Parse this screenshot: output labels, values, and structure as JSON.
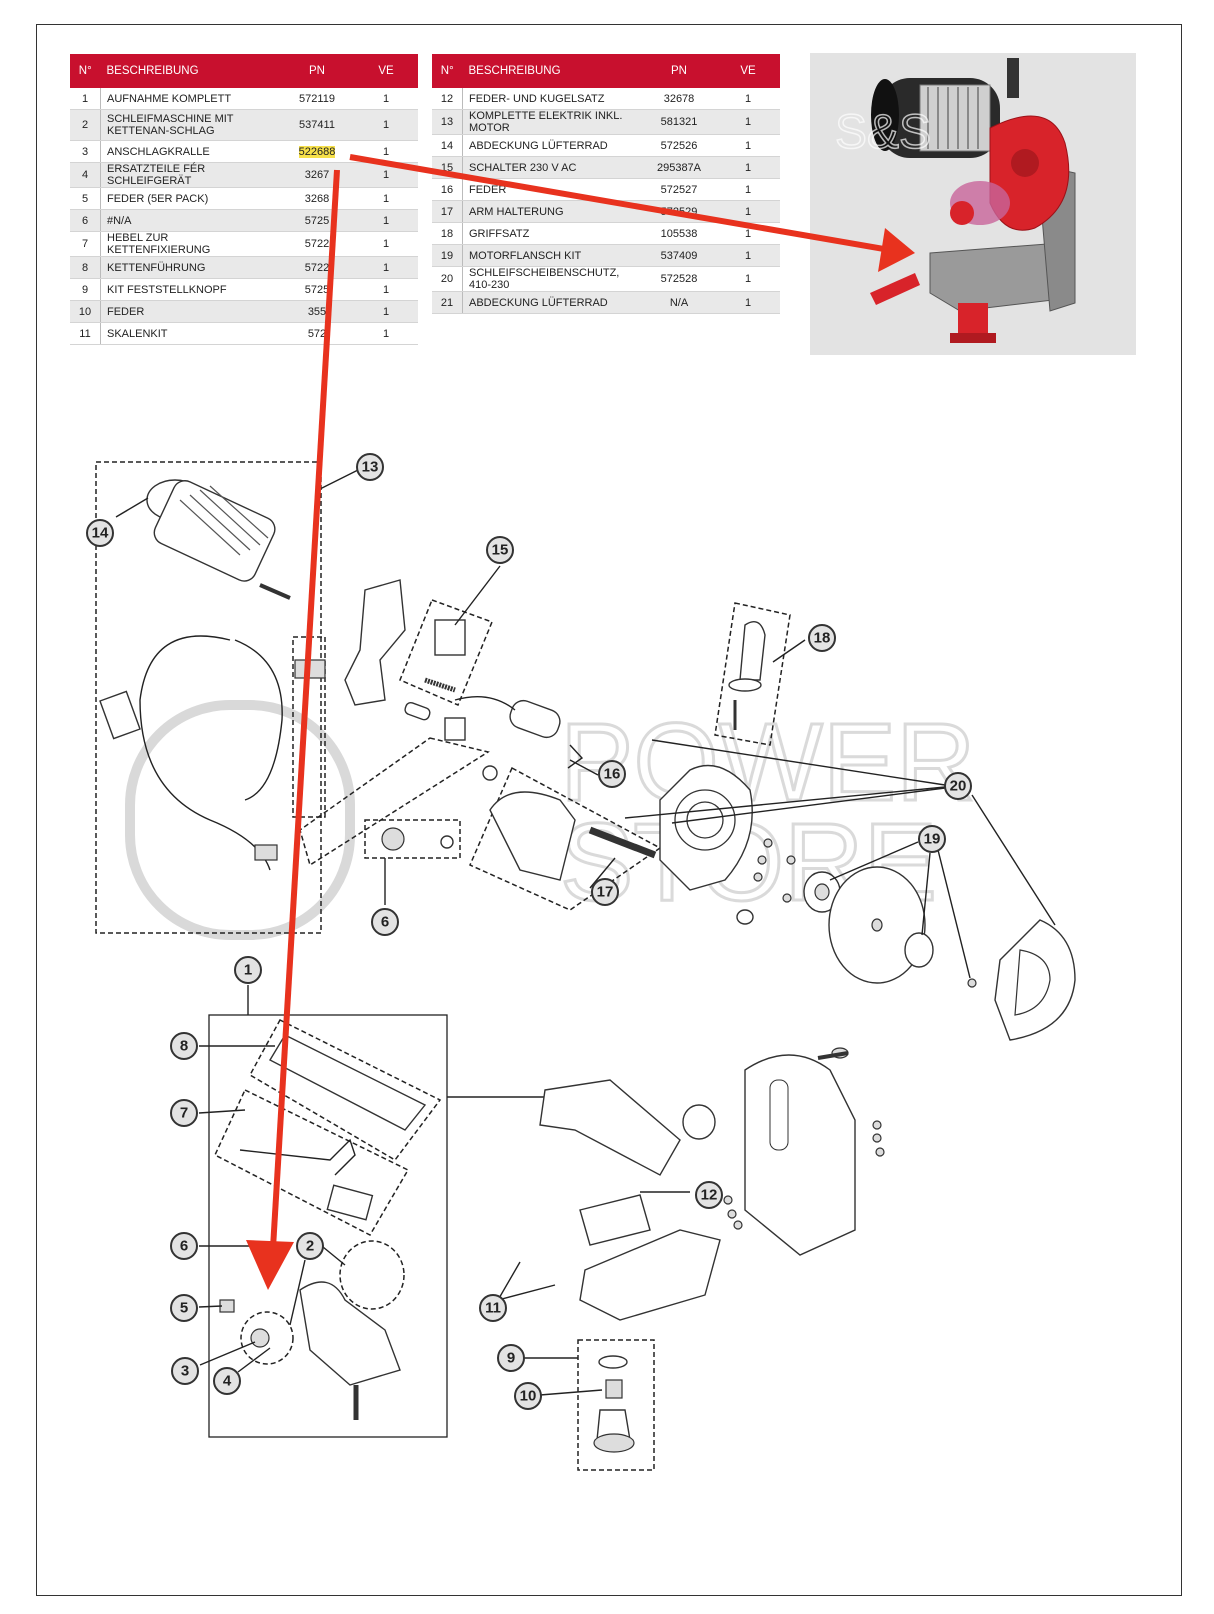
{
  "table_left": {
    "headers": [
      "N°",
      "BESCHREIBUNG",
      "PN",
      "VE"
    ],
    "rows": [
      {
        "n": "1",
        "desc": "AUFNAHME KOMPLETT",
        "pn": "572119",
        "ve": "1"
      },
      {
        "n": "2",
        "desc": "SCHLEIFMASCHINE MIT KETTENAN-SCHLAG",
        "pn": "537411",
        "ve": "1"
      },
      {
        "n": "3",
        "desc": "ANSCHLAGKRALLE",
        "pn": "522688",
        "ve": "1"
      },
      {
        "n": "4",
        "desc": "ERSATZTEILE FÉR SCHLEIFGERÄT",
        "pn": "3267",
        "ve": "1"
      },
      {
        "n": "5",
        "desc": "FEDER (5ER PACK)",
        "pn": "3268",
        "ve": "1"
      },
      {
        "n": "6",
        "desc": "#N/A",
        "pn": "5725",
        "ve": "1"
      },
      {
        "n": "7",
        "desc": "HEBEL ZUR KETTENFIXIERUNG",
        "pn": "5722",
        "ve": "1"
      },
      {
        "n": "8",
        "desc": "KETTENFÜHRUNG",
        "pn": "5722",
        "ve": "1"
      },
      {
        "n": "9",
        "desc": "KIT FESTSTELLKNOPF",
        "pn": "5725",
        "ve": "1"
      },
      {
        "n": "10",
        "desc": "FEDER",
        "pn": "355",
        "ve": "1"
      },
      {
        "n": "11",
        "desc": "SKALENKIT",
        "pn": "572",
        "ve": "1"
      }
    ]
  },
  "table_right": {
    "headers": [
      "N°",
      "BESCHREIBUNG",
      "PN",
      "VE"
    ],
    "rows": [
      {
        "n": "12",
        "desc": "FEDER- UND KUGELSATZ",
        "pn": "32678",
        "ve": "1"
      },
      {
        "n": "13",
        "desc": "KOMPLETTE ELEKTRIK INKL. MOTOR",
        "pn": "581321",
        "ve": "1"
      },
      {
        "n": "14",
        "desc": "ABDECKUNG LÜFTERRAD",
        "pn": "572526",
        "ve": "1"
      },
      {
        "n": "15",
        "desc": "SCHALTER 230 V AC",
        "pn": "295387A",
        "ve": "1"
      },
      {
        "n": "16",
        "desc": "FEDER",
        "pn": "572527",
        "ve": "1"
      },
      {
        "n": "17",
        "desc": "ARM HALTERUNG",
        "pn": "572529",
        "ve": "1"
      },
      {
        "n": "18",
        "desc": "GRIFFSATZ",
        "pn": "105538",
        "ve": "1"
      },
      {
        "n": "19",
        "desc": "MOTORFLANSCH KIT",
        "pn": "537409",
        "ve": "1"
      },
      {
        "n": "20",
        "desc": "SCHLEIFSCHEIBENSCHUTZ, 410-230",
        "pn": "572528",
        "ve": "1"
      },
      {
        "n": "21",
        "desc": "ABDECKUNG LÜFTERRAD",
        "pn": "N/A",
        "ve": "1"
      }
    ]
  },
  "watermark": {
    "left": "S&S",
    "right_top": "POWER",
    "right_bottom": "STORE"
  },
  "callouts": [
    "1",
    "2",
    "3",
    "4",
    "5",
    "6",
    "6",
    "7",
    "8",
    "9",
    "10",
    "11",
    "12",
    "13",
    "14",
    "15",
    "16",
    "17",
    "18",
    "19",
    "20"
  ],
  "colors": {
    "header": "#c8102e",
    "arrow": "#e8321e",
    "highlight": "#f6e04a",
    "machine_red": "#d8232a"
  }
}
